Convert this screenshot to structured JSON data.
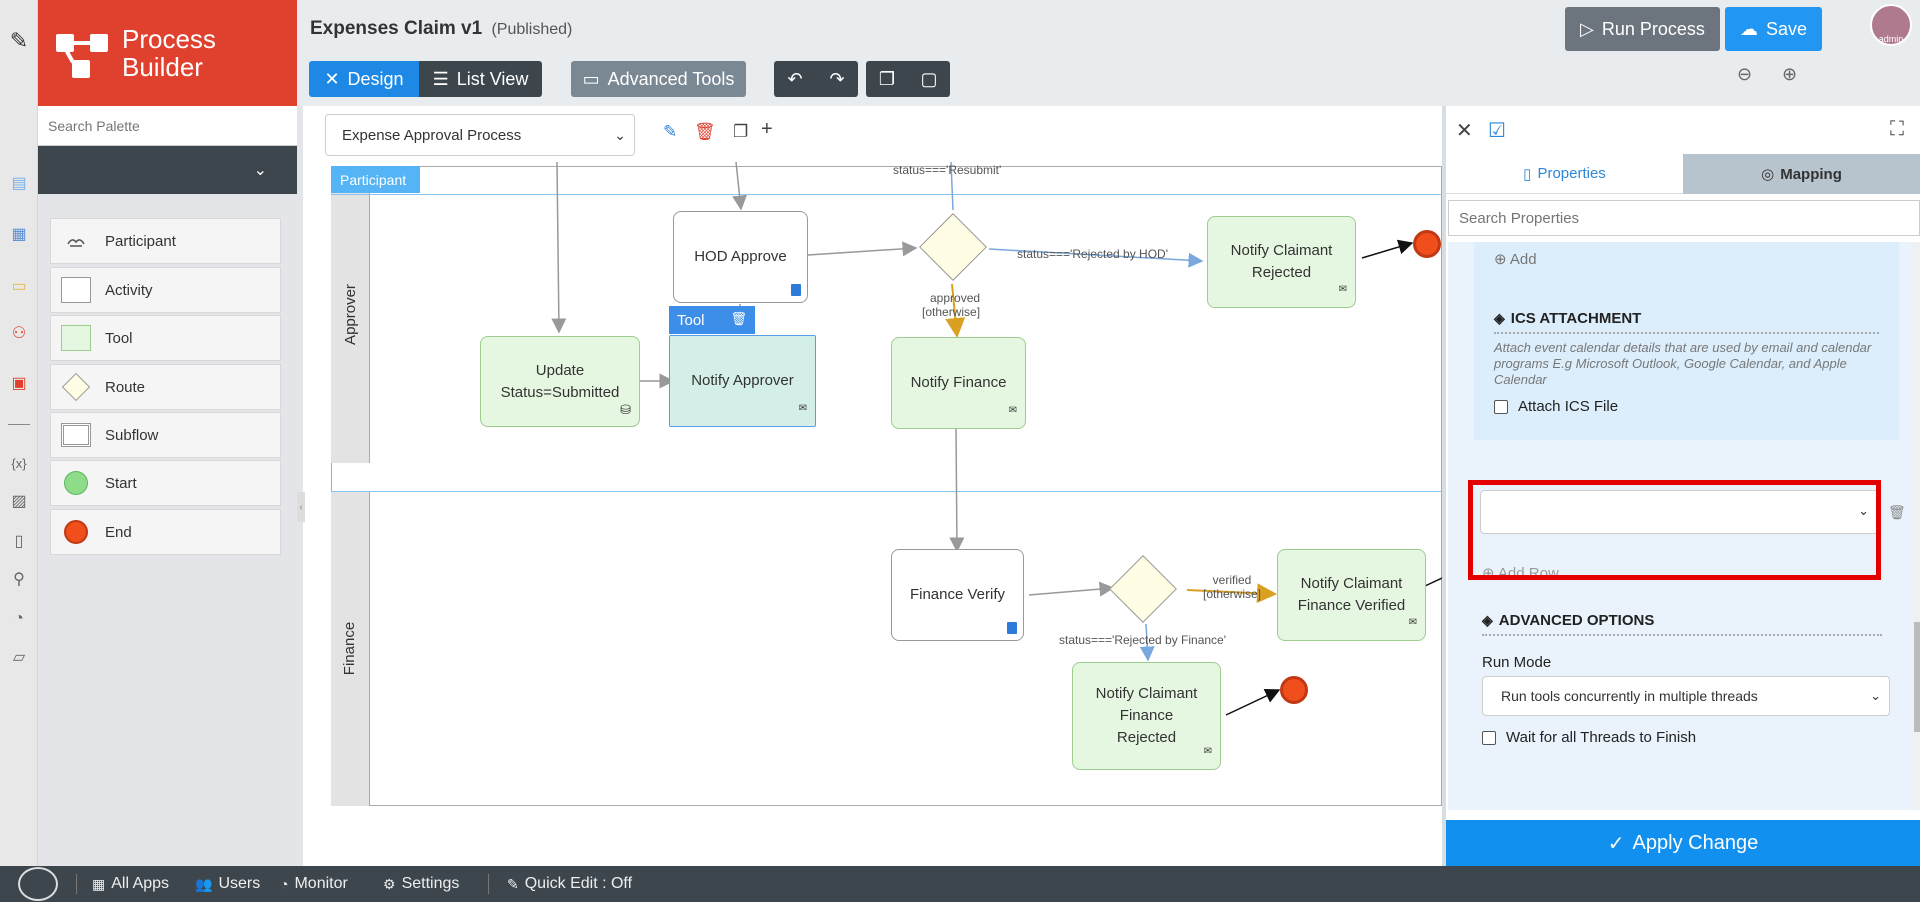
{
  "brand": {
    "line1": "Process",
    "line2": "Builder"
  },
  "header": {
    "title": "Expenses Claim v1",
    "status": "(Published)",
    "design_label": "Design",
    "list_view_label": "List View",
    "advanced_tools_label": "Advanced Tools",
    "run_process_label": "Run Process",
    "save_label": "Save",
    "avatar_text": "admin"
  },
  "palette": {
    "search_placeholder": "Search Palette",
    "items": [
      {
        "label": "Participant",
        "icon": "participant-icon"
      },
      {
        "label": "Activity",
        "icon": "activity-shape-icon"
      },
      {
        "label": "Tool",
        "icon": "tool-shape-icon"
      },
      {
        "label": "Route",
        "icon": "route-diamond-icon"
      },
      {
        "label": "Subflow",
        "icon": "subflow-shape-icon"
      },
      {
        "label": "Start",
        "icon": "start-circle-icon"
      },
      {
        "label": "End",
        "icon": "end-circle-icon"
      }
    ]
  },
  "canvas": {
    "process_select": "Expense Approval Process",
    "participant_tag": "Participant",
    "lanes": [
      "Approver",
      "Finance"
    ],
    "tool_tag": "Tool",
    "nodes": {
      "hod_approve": "HOD Approve",
      "update_status_1": "Update",
      "update_status_2": "Status=Submitted",
      "notify_approver": "Notify Approver",
      "notify_finance": "Notify Finance",
      "notify_claimant_rejected_1": "Notify Claimant",
      "notify_claimant_rejected_2": "Rejected",
      "finance_verify": "Finance Verify",
      "notify_claimant_verified_1": "Notify Claimant",
      "notify_claimant_verified_2": "Finance Verified",
      "notify_claimant_fin_rejected_1": "Notify Claimant",
      "notify_claimant_fin_rejected_2": "Finance",
      "notify_claimant_fin_rejected_3": "Rejected"
    },
    "flow_labels": {
      "resubmit": "status==='Resubmit'",
      "rejected_hod": "status==='Rejected by HOD'",
      "approved_1": "approved",
      "approved_2": "[otherwise]",
      "verified_1": "verified",
      "verified_2": "[otherwise]",
      "rejected_finance": "status==='Rejected by Finance'"
    }
  },
  "panel": {
    "tab_properties": "Properties",
    "tab_mapping": "Mapping",
    "search_placeholder": "Search Properties",
    "add_label": "Add",
    "ics_title": "ICS ATTACHMENT",
    "ics_desc": "Attach event calendar details that are used by email and calendar programs E.g Microsoft Outlook, Google Calendar, and Apple Calendar",
    "attach_ics_label": "Attach ICS File",
    "add_row_label": "Add Row",
    "advanced_title": "ADVANCED OPTIONS",
    "run_mode_label": "Run Mode",
    "run_mode_value": "Run tools concurrently in multiple threads",
    "wait_threads_label": "Wait for all Threads to Finish",
    "apply_label": "Apply Change"
  },
  "bottom": {
    "all_apps": "All Apps",
    "users": "Users",
    "monitor": "Monitor",
    "settings": "Settings",
    "quick_edit": "Quick Edit : Off"
  },
  "colors": {
    "brand": "#e0412f",
    "primary": "#1e88e5",
    "dark": "#3d464d",
    "tool_fill": "#e6f7e1",
    "end_event": "#f04e1b",
    "highlight": "#e50000"
  }
}
